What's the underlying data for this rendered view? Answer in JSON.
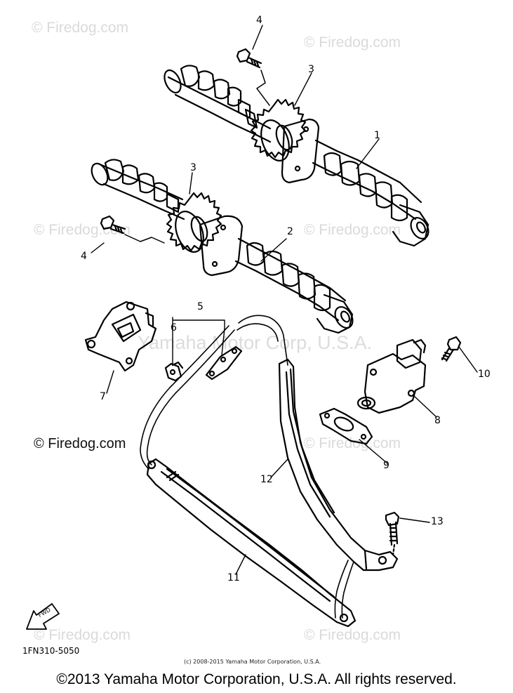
{
  "watermarks": {
    "firedog_faint": "© Firedog.com",
    "firedog_dark": "© Firedog.com",
    "yamaha_center": "Yamaha Motor Corp, U.S.A."
  },
  "callouts": [
    "1",
    "2",
    "3",
    "3",
    "4",
    "4",
    "5",
    "6",
    "7",
    "8",
    "9",
    "10",
    "11",
    "12",
    "13"
  ],
  "fwd_label": "FWD",
  "part_number": "1FN310-5050",
  "small_copyright": "(c) 2008-2015 Yamaha Motor Corporation, U.S.A.",
  "footer_copyright": "©2013 Yamaha Motor Corporation, U.S.A. All rights reserved."
}
